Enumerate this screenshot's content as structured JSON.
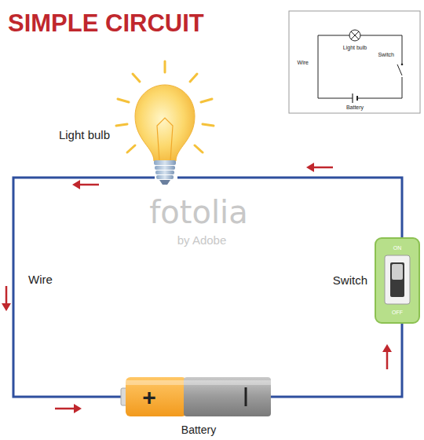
{
  "diagram": {
    "title": "SIMPLE CIRCUIT",
    "labels": [
      "Light bulb",
      "Wire",
      "Switch",
      "Battery",
      "ON",
      "OFF",
      "+",
      "fotolia",
      "by Adobe",
      "Light bulb",
      "Switch",
      "Wire",
      "Battery"
    ]
  }
}
